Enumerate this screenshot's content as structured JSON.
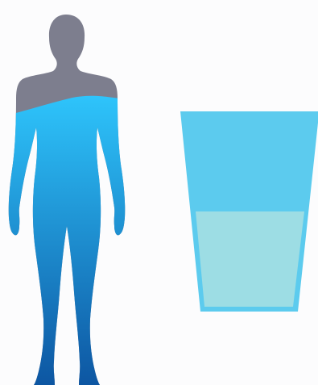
{
  "illustration": {
    "human": {
      "icon": "human-body-silhouette",
      "fill_fraction": 0.75,
      "colors": {
        "empty": "#7d7e8e",
        "water_top": "#2ec4fb",
        "water_bottom": "#0d56a2"
      }
    },
    "glass": {
      "icon": "drinking-glass",
      "fill_fraction": 0.5,
      "colors": {
        "glass": "#5ccbee",
        "water": "#9ddde4"
      }
    }
  }
}
